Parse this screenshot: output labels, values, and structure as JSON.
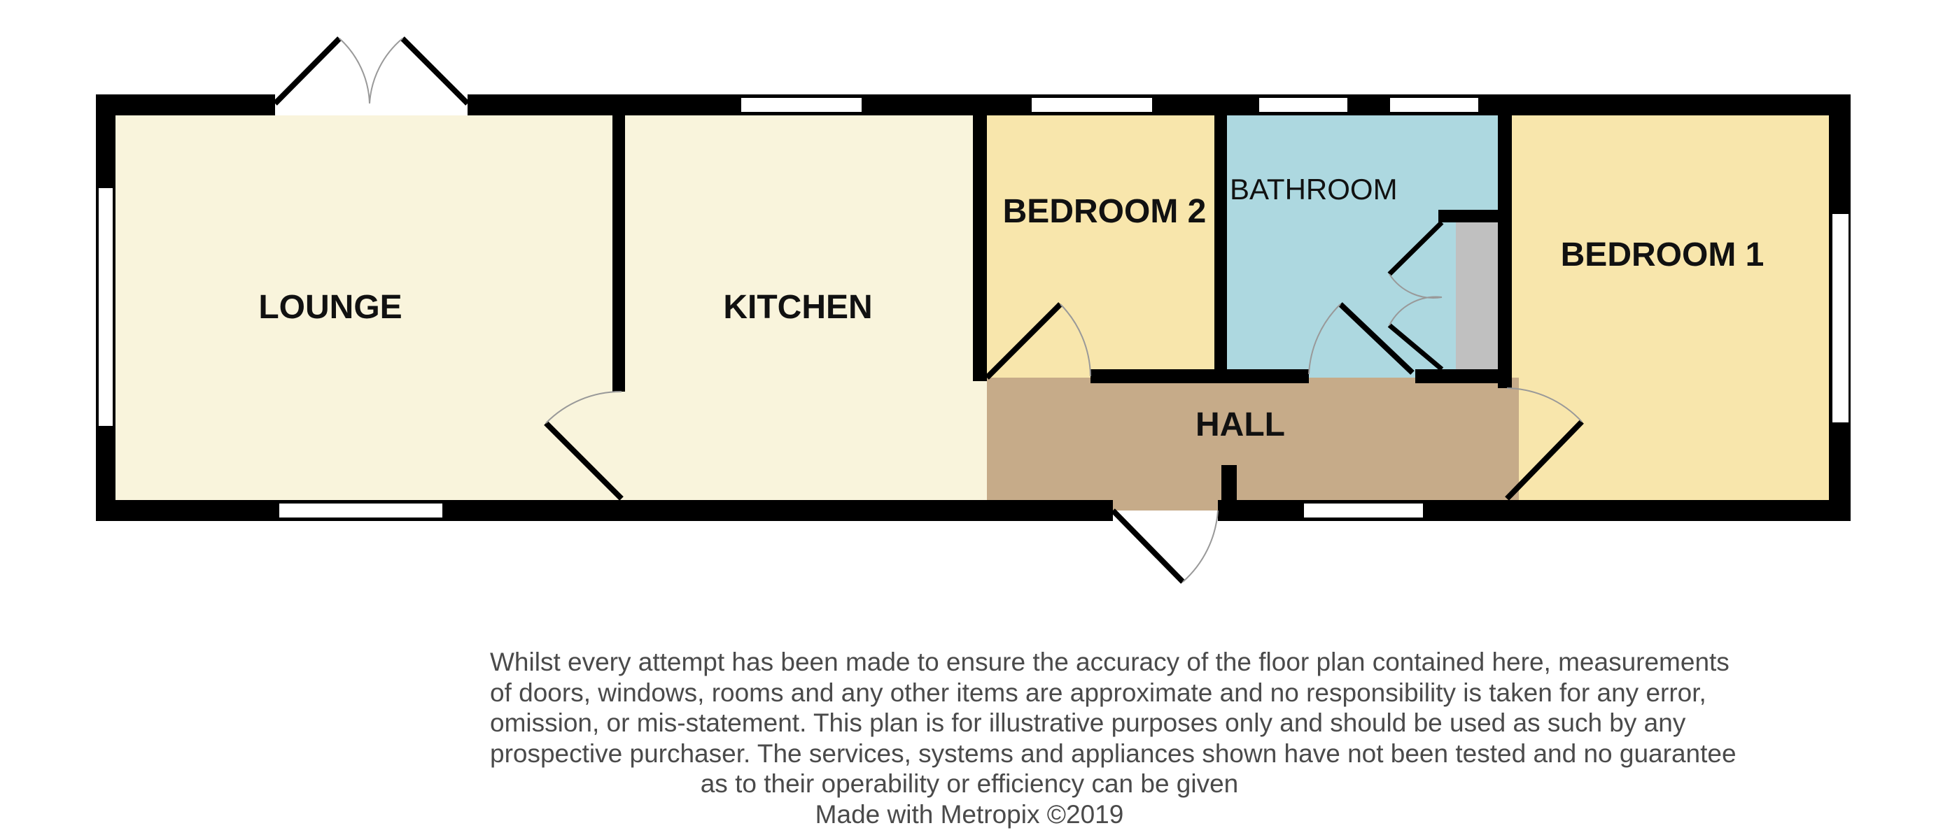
{
  "rooms": {
    "lounge": "LOUNGE",
    "kitchen": "KITCHEN",
    "bedroom2": "BEDROOM 2",
    "bathroom": "BATHROOM",
    "bedroom1": "BEDROOM 1",
    "hall": "HALL"
  },
  "colors": {
    "lounge_kitchen": "#f9f4dc",
    "bedrooms": "#f8e6ac",
    "bathroom": "#add8e0",
    "hall": "#c6ab89",
    "cupboard": "#c0c0c0",
    "wall": "#000000",
    "disclaimer_text": "#4a4a4a"
  },
  "disclaimer": {
    "lines": [
      "Whilst every attempt has been made to ensure the accuracy of the floor plan contained here, measurements",
      "of doors, windows, rooms and any other items are approximate and no responsibility is taken for any error,",
      "omission, or mis-statement. This plan is for illustrative purposes only and should be used as such by any",
      "prospective purchaser. The services, systems and appliances shown have not been tested and no guarantee",
      "as to their operability or efficiency can be given",
      "Made with Metropix ©2019"
    ]
  }
}
